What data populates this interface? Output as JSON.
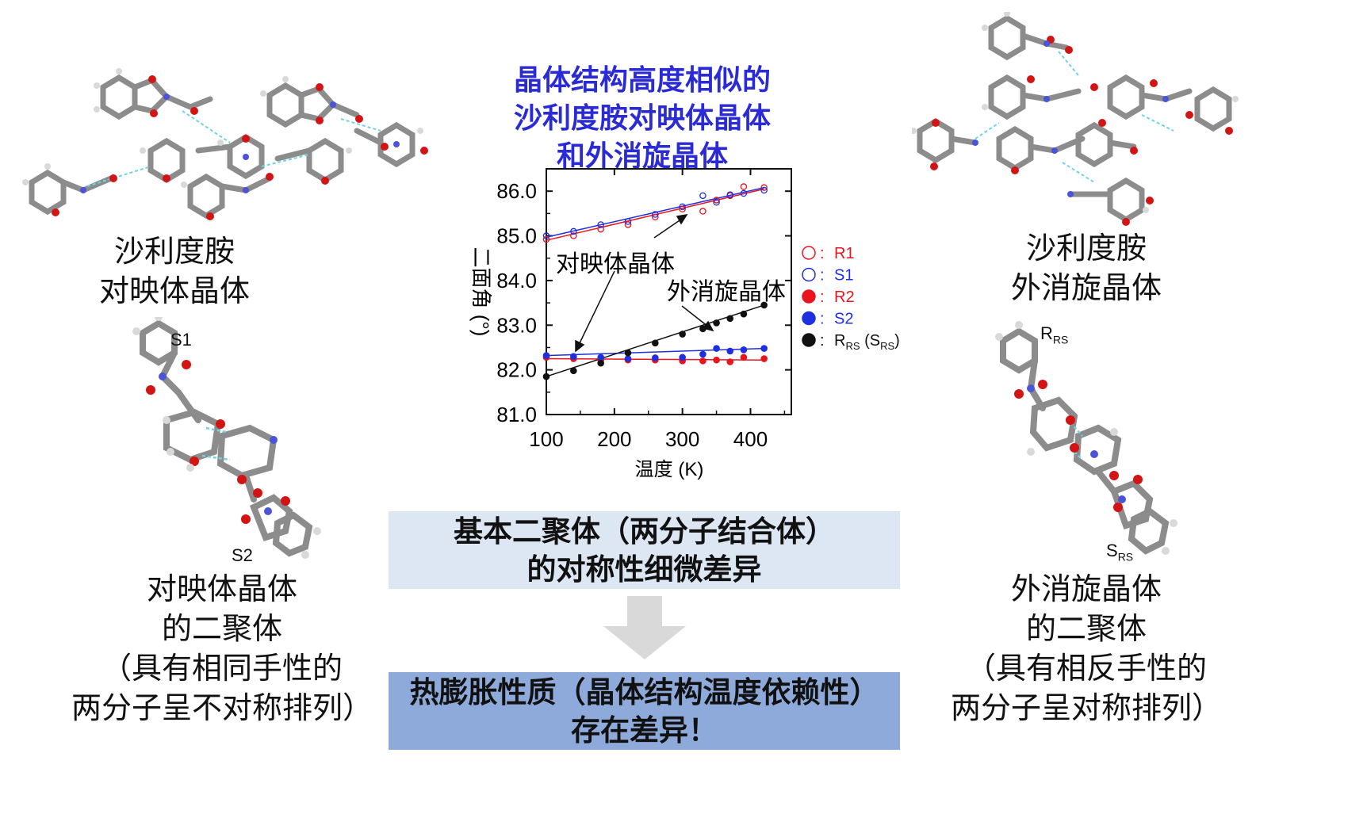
{
  "title_lines": [
    "晶体结构高度相似的",
    "沙利度胺对映体晶体",
    "和外消旋晶体"
  ],
  "left_top_label": [
    "沙利度胺",
    "对映体晶体"
  ],
  "right_top_label": [
    "沙利度胺",
    "外消旋晶体"
  ],
  "left_bottom_label": [
    "对映体晶体",
    "的二聚体",
    "（具有相同手性的",
    "两分子呈不对称排列）"
  ],
  "right_bottom_label": [
    "外消旋晶体",
    "的二聚体",
    "（具有相反手性的",
    "两分子呈对称排列）"
  ],
  "atom_labels": {
    "s1": "S1",
    "s2": "S2",
    "rrs_main": "R",
    "rrs_sub": "RS",
    "srs_main": "S",
    "srs_sub": "RS"
  },
  "box1_lines": [
    "基本二聚体（两分子结合体）",
    "的对称性细微差异"
  ],
  "box2_lines": [
    "热膨胀性质（晶体结构温度依赖性）",
    "存在差异！"
  ],
  "colors": {
    "blue_title": "#2b2bd6",
    "red": "#e8141e",
    "blue": "#1e2fe0",
    "black": "#111111",
    "box1": "#dde6f3",
    "box2": "#8eaadb",
    "arrow": "#d9d9d9"
  },
  "chart_data": {
    "type": "scatter",
    "xlabel": "温度 (K)",
    "ylabel": "二面角 (°)",
    "xlim": [
      100,
      460
    ],
    "ylim": [
      81.0,
      86.5
    ],
    "xticks": [
      100,
      200,
      300,
      400
    ],
    "yticks": [
      81.0,
      82.0,
      83.0,
      84.0,
      85.0,
      86.0
    ],
    "annotations": [
      "对映体晶体",
      "外消旋晶体"
    ],
    "legend": [
      {
        "name": "R1",
        "marker": "open",
        "color": "#e8141e"
      },
      {
        "name": "S1",
        "marker": "open",
        "color": "#1e2fe0"
      },
      {
        "name": "R2",
        "marker": "filled",
        "color": "#e8141e"
      },
      {
        "name": "S2",
        "marker": "filled",
        "color": "#1e2fe0"
      },
      {
        "name": "R",
        "name_sub": "RS",
        "name_tail": " (S",
        "name_tail_sub": "RS",
        "name_close": ")",
        "marker": "filled",
        "color": "#111111"
      }
    ],
    "series": [
      {
        "name": "R1",
        "marker": "open",
        "color": "#e8141e",
        "x": [
          100,
          140,
          180,
          220,
          260,
          300,
          330,
          350,
          370,
          390,
          420
        ],
        "y": [
          84.92,
          85.0,
          85.15,
          85.25,
          85.42,
          85.6,
          85.55,
          85.8,
          85.9,
          86.1,
          86.08
        ],
        "fit": [
          [
            100,
            84.9
          ],
          [
            420,
            86.05
          ]
        ]
      },
      {
        "name": "S1",
        "marker": "open",
        "color": "#1e2fe0",
        "x": [
          100,
          140,
          180,
          220,
          260,
          300,
          330,
          350,
          370,
          390,
          420
        ],
        "y": [
          85.0,
          85.1,
          85.25,
          85.32,
          85.48,
          85.65,
          85.9,
          85.75,
          85.92,
          85.95,
          86.02
        ],
        "fit": [
          [
            100,
            84.97
          ],
          [
            420,
            86.08
          ]
        ]
      },
      {
        "name": "R2",
        "marker": "filled",
        "color": "#e8141e",
        "x": [
          100,
          140,
          180,
          220,
          260,
          300,
          330,
          350,
          370,
          390,
          420
        ],
        "y": [
          82.28,
          82.25,
          82.22,
          82.22,
          82.22,
          82.2,
          82.2,
          82.22,
          82.18,
          82.28,
          82.25
        ],
        "fit": [
          [
            100,
            82.25
          ],
          [
            420,
            82.22
          ]
        ]
      },
      {
        "name": "S2",
        "marker": "filled",
        "color": "#1e2fe0",
        "x": [
          100,
          140,
          180,
          220,
          260,
          300,
          330,
          350,
          370,
          390,
          420
        ],
        "y": [
          82.32,
          82.3,
          82.28,
          82.25,
          82.27,
          82.28,
          82.35,
          82.48,
          82.42,
          82.45,
          82.48
        ],
        "fit": [
          [
            100,
            82.32
          ],
          [
            420,
            82.48
          ]
        ]
      },
      {
        "name": "RRS",
        "marker": "filled",
        "color": "#111111",
        "x": [
          100,
          140,
          180,
          220,
          260,
          300,
          330,
          350,
          370,
          390,
          420
        ],
        "y": [
          81.85,
          81.98,
          82.15,
          82.38,
          82.6,
          82.8,
          82.92,
          83.05,
          83.15,
          83.25,
          83.45
        ],
        "fit": [
          [
            100,
            81.85
          ],
          [
            420,
            83.45
          ]
        ]
      }
    ]
  }
}
